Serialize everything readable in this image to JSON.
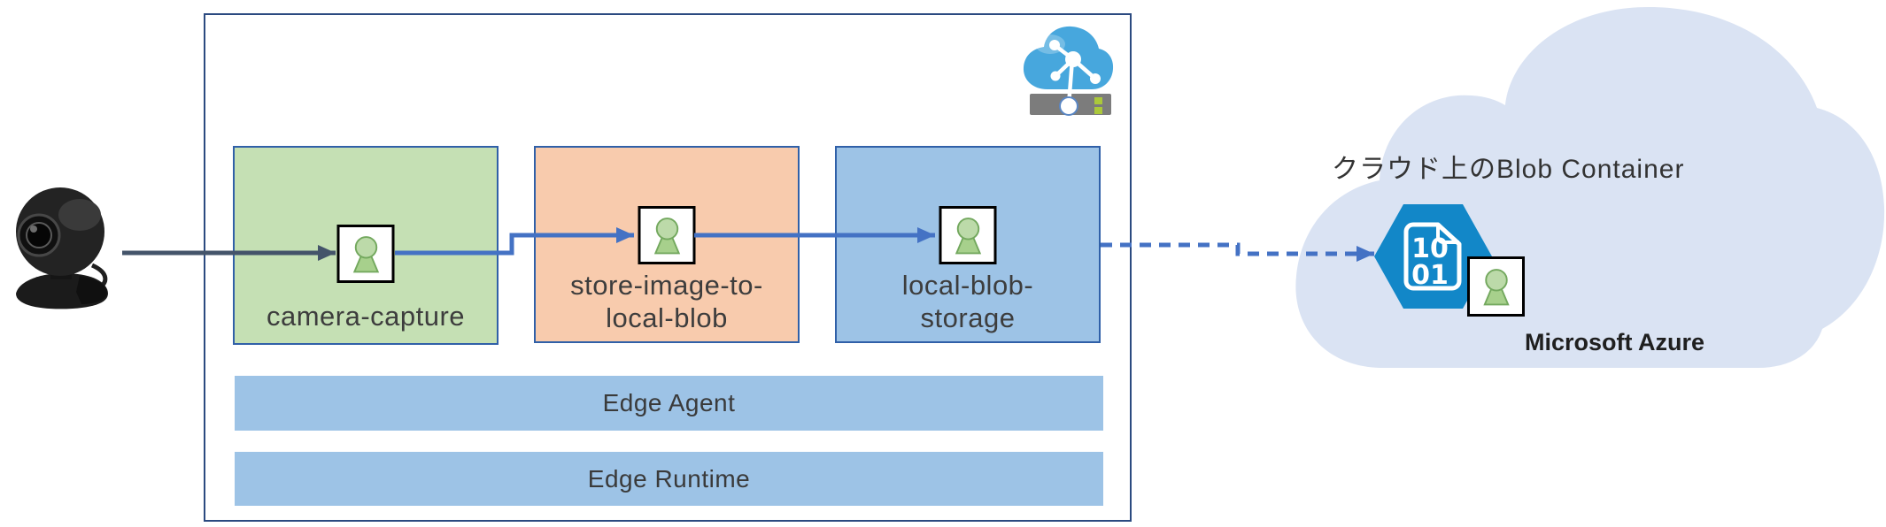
{
  "device": {
    "modules": [
      {
        "id": "camera-capture",
        "label": "camera-capture",
        "color": "#c5e0b4"
      },
      {
        "id": "store-image-to-local-blob",
        "label": "store-image-to-\nlocal-blob",
        "color": "#f8cbad"
      },
      {
        "id": "local-blob-storage",
        "label": "local-blob-\nstorage",
        "color": "#9dc3e6"
      }
    ],
    "agent_label": "Edge Agent",
    "runtime_label": "Edge Runtime"
  },
  "cloud": {
    "title": "クラウド上のBlob Container",
    "azure_label": "Microsoft Azure",
    "blob_icon": {
      "line1": "10",
      "line2": "01"
    }
  },
  "icons": {
    "webcam": "webcam-icon",
    "iot_edge": "iot-edge-device-icon",
    "module_person": "person-module-icon",
    "blob": "blob-document-icon",
    "azure_cloud": "cloud-shape"
  },
  "colors": {
    "container_border": "#2b4a80",
    "module_border": "#3060a8",
    "module_green": "#c5e0b4",
    "module_orange": "#f8cbad",
    "module_blue": "#9dc3e6",
    "bar_blue": "#9dc3e6",
    "connector": "#4472c4",
    "device_arrow": "#44546a",
    "cloud_fill": "#dae3f3",
    "hexagon_blue": "#1287c8",
    "person_fill": "#a7d08c",
    "person_head": "#bcdaa9",
    "person_stroke": "#73a85e",
    "iot_cloud_blue": "#47a7dd",
    "server_gray": "#7c7c7c",
    "led_green": "#abc83b"
  }
}
